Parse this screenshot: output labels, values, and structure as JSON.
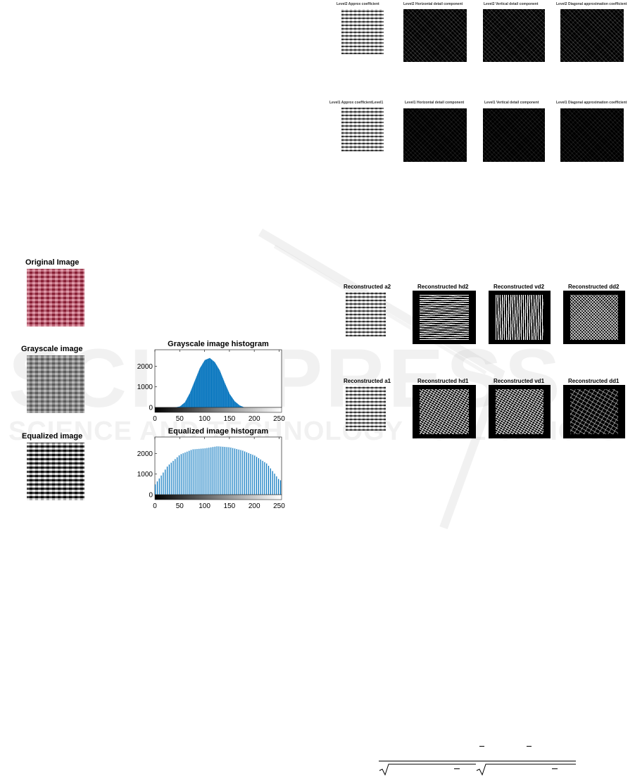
{
  "figures": {
    "preprocessing": {
      "original_title": "Original Image",
      "grayscale_title": "Grayscale image",
      "equalized_title": "Equalized image"
    },
    "wavelet_levels": {
      "level2": [
        "Level2 Approx coefficient",
        "Level2 Horizontal detail component",
        "Level2 Vertical detail component",
        "Level2 Diagonal approximation coefficient"
      ],
      "level1": [
        "Level1 Approx coefficientLevel1",
        "Level1 Horizontal detail component",
        "Level1 Vertical detail component",
        "Level1 Diagonal approximation coefficient"
      ]
    },
    "reconstructed": {
      "row2": [
        "Reconstructed a2",
        "Reconstructed hd2",
        "Reconstructed vd2",
        "Reconstructed dd2"
      ],
      "row1": [
        "Reconstructed a1",
        "Reconstructed hd1",
        "Reconstructed vd1",
        "Reconstructed dd1"
      ]
    }
  },
  "watermark": {
    "line1": "SCITEPRESS",
    "line2": "SCIENCE AND TECHNOLOGY PUBLICATIONS"
  },
  "chart_data": [
    {
      "type": "bar",
      "title": "Grayscale image histogram",
      "xlim": [
        0,
        255
      ],
      "ylim": [
        0,
        2800
      ],
      "xticks": [
        0,
        50,
        100,
        150,
        200,
        250
      ],
      "yticks": [
        0,
        1000,
        2000
      ],
      "color": "#0072BD",
      "x": [
        40,
        50,
        60,
        70,
        80,
        90,
        100,
        110,
        120,
        130,
        140,
        150,
        160,
        170,
        180
      ],
      "values": [
        0,
        50,
        250,
        700,
        1300,
        1900,
        2300,
        2400,
        2200,
        1800,
        1200,
        650,
        300,
        100,
        0
      ]
    },
    {
      "type": "bar",
      "title": "Equalized image histogram",
      "xlim": [
        0,
        255
      ],
      "ylim": [
        0,
        2800
      ],
      "xticks": [
        0,
        50,
        100,
        150,
        200,
        250
      ],
      "yticks": [
        0,
        1000,
        2000
      ],
      "color": "#0072BD",
      "x": [
        0,
        25,
        50,
        75,
        100,
        125,
        150,
        175,
        200,
        225,
        250
      ],
      "values": [
        500,
        1400,
        1950,
        2200,
        2250,
        2350,
        2300,
        2150,
        1900,
        1500,
        700
      ]
    }
  ]
}
